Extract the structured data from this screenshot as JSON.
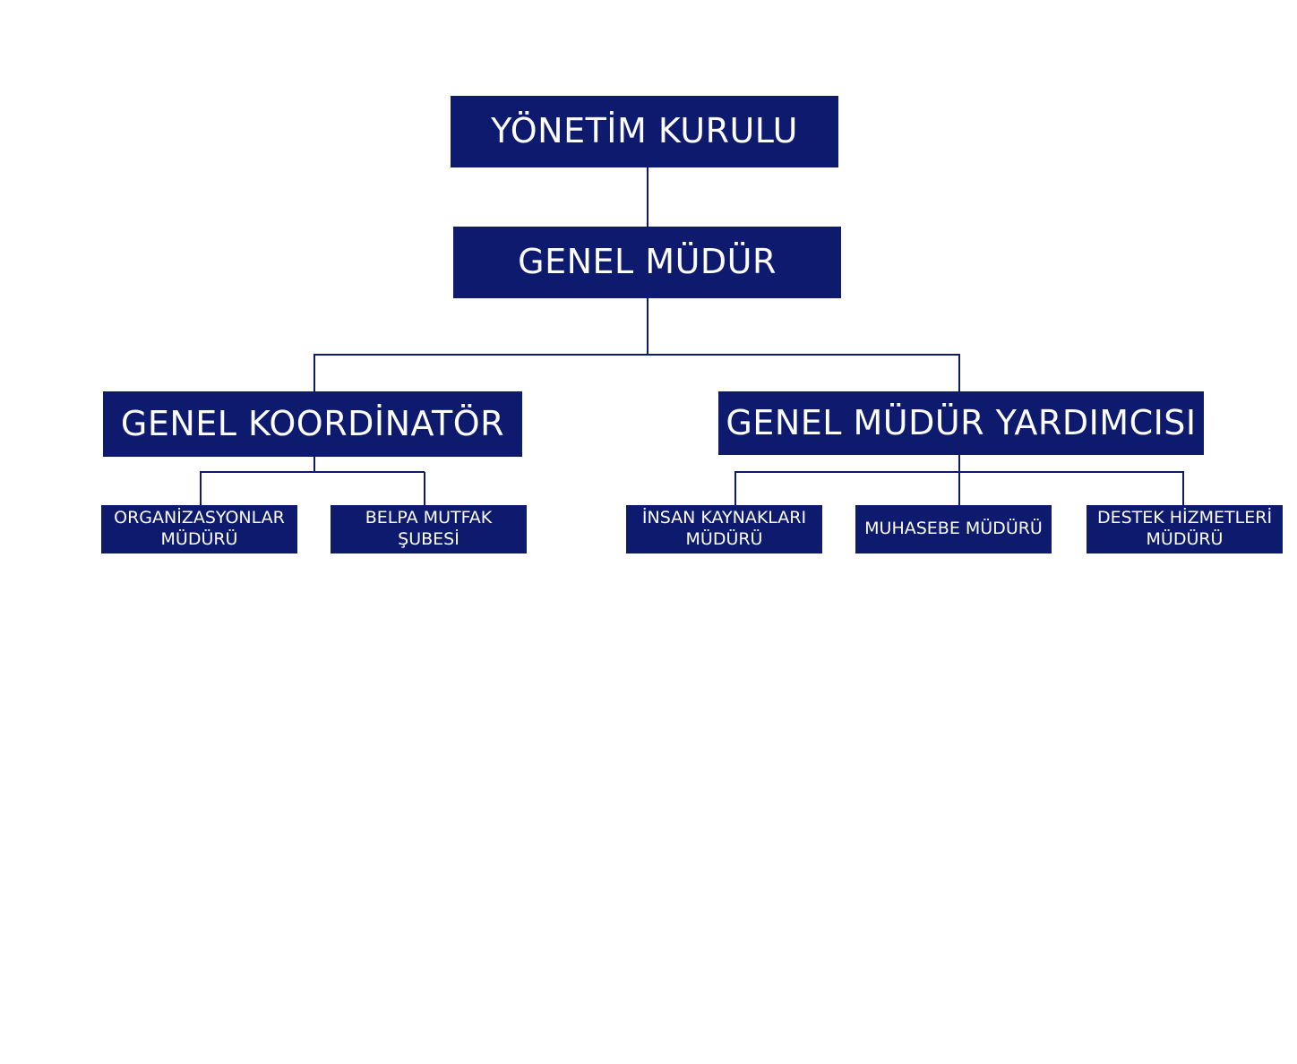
{
  "org_chart": {
    "board": {
      "label": "YÖNETİM KURULU"
    },
    "general_manager": {
      "label": "GENEL MÜDÜR"
    },
    "general_coordinator": {
      "label": "GENEL KOORDİNATÖR"
    },
    "deputy_general_manager": {
      "label": "GENEL MÜDÜR YARDIMCISI"
    },
    "organizations_manager": {
      "line1": "ORGANİZASYONLAR",
      "line2": "MÜDÜRÜ"
    },
    "belpa_kitchen": {
      "line1": "BELPA MUTFAK",
      "line2": "ŞUBESİ"
    },
    "hr_manager": {
      "line1": "İNSAN KAYNAKLARI",
      "line2": "MÜDÜRÜ"
    },
    "accounting_manager": {
      "label": "MUHASEBE MÜDÜRÜ"
    },
    "support_services_manager": {
      "line1": "DESTEK HİZMETLERİ",
      "line2": "MÜDÜRÜ"
    }
  },
  "colors": {
    "node_fill": "#0d1a6e",
    "node_text": "#ffffff",
    "connector": "#0d1a6e"
  }
}
